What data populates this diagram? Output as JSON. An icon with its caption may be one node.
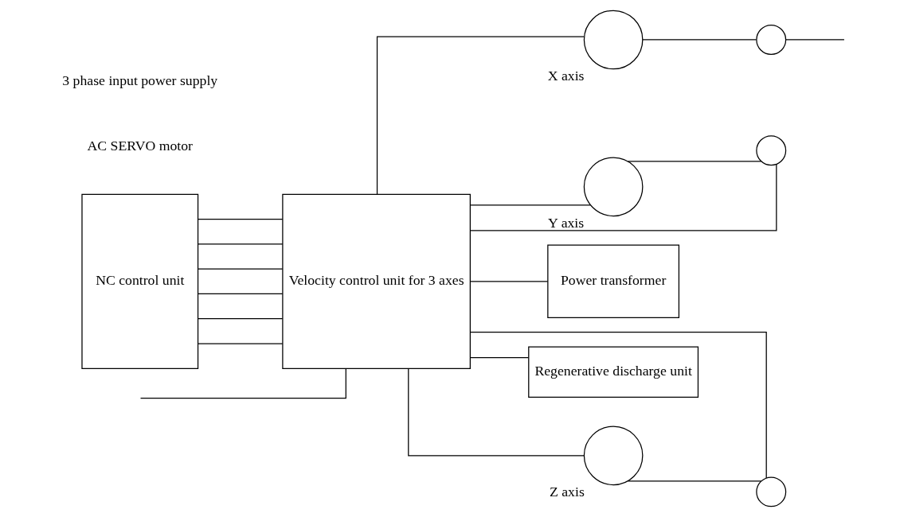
{
  "diagram": {
    "nodes": [
      {
        "text": [
          "NC control unit"
        ]
      },
      {
        "text": [
          "Velocity control unit for 3 axes"
        ]
      },
      {
        "text": [
          "X axis"
        ]
      },
      {
        "text": [],
        "shape": "circle"
      },
      {
        "text": [
          "Y axis"
        ]
      },
      {
        "text": [],
        "shape": "circle"
      },
      {
        "text": [
          "Z axis"
        ]
      },
      {
        "text": [],
        "shape": "circle"
      },
      {
        "text": [
          "Power transformer"
        ]
      },
      {
        "text": [
          "Regenerative discharge unit"
        ]
      }
    ],
    "edges": [
      {
        "from": 0,
        "to": 1,
        "arrow": "none"
      },
      {
        "from": 0,
        "to": 1,
        "arrow": "none"
      },
      {
        "from": 0,
        "to": 1,
        "arrow": "none"
      },
      {
        "from": 1,
        "to": 2,
        "arrow": "none"
      },
      {
        "from": 1,
        "to": 4,
        "arrow": "none"
      },
      {
        "from": 1,
        "to": 6,
        "arrow": "none"
      },
      {
        "from": 2,
        "to": 3,
        "arrow": "none"
      },
      {
        "from": 4,
        "to": 5,
        "arrow": "none"
      },
      {
        "from": 6,
        "to": 7,
        "arrow": "none"
      },
      {
        "from": 3,
        "to": null,
        "arrow": "none"
      },
      {
        "from": 5,
        "to": 1,
        "arrow": "none"
      },
      {
        "from": 7,
        "to": 1,
        "arrow": "none"
      },
      {
        "from": null,
        "to": 1,
        "arrow": "none"
      },
      {
        "from": 1,
        "to": 0,
        "arrow": "none"
      },
      {
        "from": 1,
        "to": 0,
        "arrow": "none"
      },
      {
        "from": 1,
        "to": 0,
        "arrow": "none"
      },
      {
        "from": 1,
        "to": 8,
        "arrow": "none"
      },
      {
        "from": 1,
        "to": 9,
        "arrow": "none"
      }
    ],
    "labels": [
      "AC SERVO motor",
      "3 phase input power supply"
    ]
  }
}
